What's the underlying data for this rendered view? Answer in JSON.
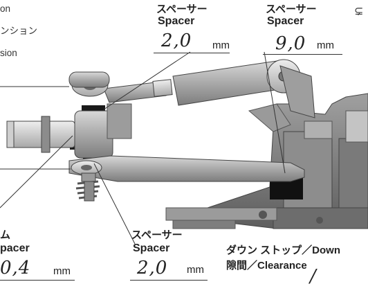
{
  "top_left_text": {
    "line1": "on",
    "line2": "ンション",
    "line3": "sion"
  },
  "spacer_top_left": {
    "jp": "スペーサー",
    "en": "Spacer",
    "value": "2,0",
    "unit": "mm"
  },
  "spacer_top_right": {
    "jp": "スペーサー",
    "en": "Spacer",
    "value": "9,0",
    "unit": "mm"
  },
  "spacer_bottom_left": {
    "jp": "ム",
    "en": "pacer",
    "value": "0,4",
    "unit": "mm"
  },
  "spacer_bottom_mid": {
    "jp": "スペーサー",
    "en": "Spacer",
    "value": "2,0",
    "unit": "mm"
  },
  "downstop": {
    "line1": "ダウン ストップ／Down",
    "line2": "隙間／Clearance",
    "value": "/"
  }
}
